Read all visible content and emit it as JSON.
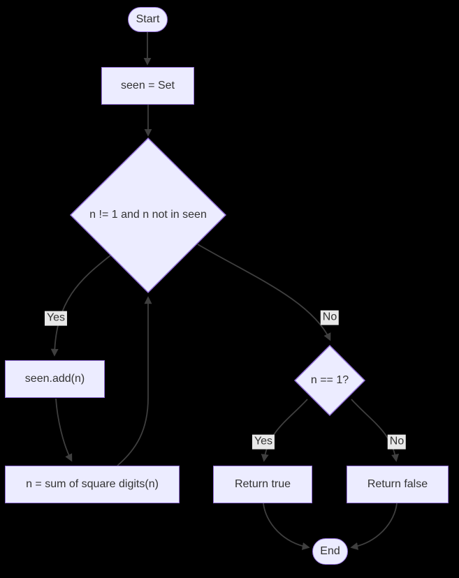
{
  "diagram": {
    "type": "flowchart",
    "direction": "top-down",
    "colors": {
      "background": "#000000",
      "node_fill": "#ECECFF",
      "node_border": "#9370DB",
      "node_text": "#333333",
      "edge_stroke": "#3f3f3f",
      "edge_label_bg": "#e8e8e8",
      "edge_label_text": "#333333"
    },
    "nodes": {
      "start": {
        "shape": "stadium",
        "label": "Start"
      },
      "init": {
        "shape": "process",
        "label": "seen = Set"
      },
      "loop_condition": {
        "shape": "decision",
        "label": "n != 1 and n not in seen"
      },
      "add": {
        "shape": "process",
        "label": "seen.add(n)"
      },
      "sum": {
        "shape": "process",
        "label": "n = sum of square digits(n)"
      },
      "check": {
        "shape": "decision",
        "label": "n == 1?"
      },
      "return_true": {
        "shape": "process",
        "label": "Return true"
      },
      "return_false": {
        "shape": "process",
        "label": "Return false"
      },
      "end": {
        "shape": "stadium",
        "label": "End"
      }
    },
    "edge_labels": {
      "loop_yes": "Yes",
      "loop_no": "No",
      "check_yes": "Yes",
      "check_no": "No"
    },
    "edges": [
      {
        "from": "start",
        "to": "init",
        "label": ""
      },
      {
        "from": "init",
        "to": "loop_condition",
        "label": ""
      },
      {
        "from": "loop_condition",
        "to": "add",
        "label": "Yes"
      },
      {
        "from": "add",
        "to": "sum",
        "label": ""
      },
      {
        "from": "sum",
        "to": "loop_condition",
        "label": ""
      },
      {
        "from": "loop_condition",
        "to": "check",
        "label": "No"
      },
      {
        "from": "check",
        "to": "return_true",
        "label": "Yes"
      },
      {
        "from": "check",
        "to": "return_false",
        "label": "No"
      },
      {
        "from": "return_true",
        "to": "end",
        "label": ""
      },
      {
        "from": "return_false",
        "to": "end",
        "label": ""
      }
    ]
  }
}
